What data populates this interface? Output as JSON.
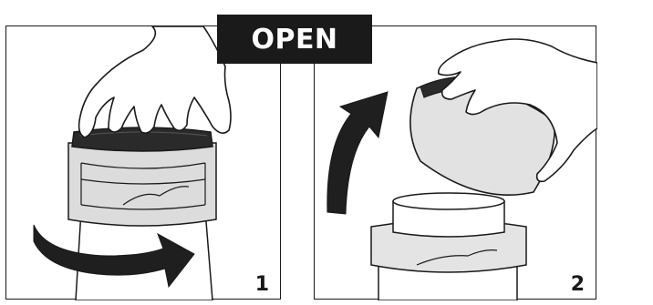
{
  "banner": {
    "label": "OPEN"
  },
  "panels": [
    {
      "step": "1"
    },
    {
      "step": "2"
    }
  ],
  "colors": {
    "ink": "#1a1a1a",
    "container": "#e4e4e4",
    "paper": "#ffffff"
  },
  "icons": [
    "hand-icon",
    "lid-icon",
    "container-icon",
    "rotate-arrow-icon",
    "lift-arrow-icon"
  ]
}
